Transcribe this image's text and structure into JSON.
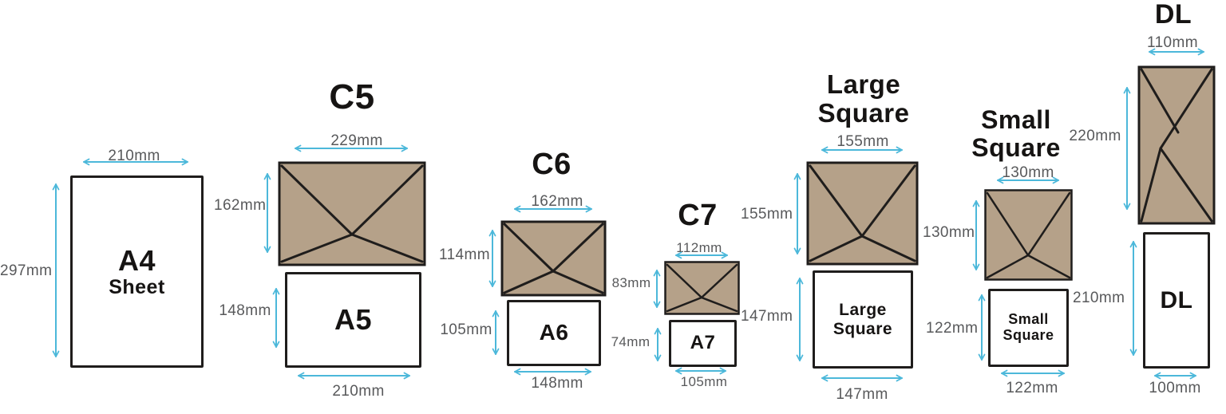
{
  "colors": {
    "envelope_fill": "#b5a189",
    "outline": "#1f1d1c",
    "arrow": "#4cb8da",
    "dim_text": "#58595b",
    "title_text": "#161413",
    "background": "#ffffff"
  },
  "sections": {
    "a4": {
      "sheet_label": "A4",
      "sheet_sublabel": "Sheet",
      "width_label": "210mm",
      "height_label": "297mm"
    },
    "c5": {
      "title": "C5",
      "envelope_width": "229mm",
      "envelope_height": "162mm",
      "insert_label": "A5",
      "insert_height": "148mm",
      "insert_width": "210mm"
    },
    "c6": {
      "title": "C6",
      "envelope_width": "162mm",
      "envelope_height": "114mm",
      "insert_label": "A6",
      "insert_height": "105mm",
      "insert_width": "148mm"
    },
    "c7": {
      "title": "C7",
      "envelope_width": "112mm",
      "envelope_height": "83mm",
      "insert_label": "A7",
      "insert_height": "74mm",
      "insert_width": "105mm"
    },
    "large_square": {
      "title_line1": "Large",
      "title_line2": "Square",
      "envelope_width": "155mm",
      "envelope_height": "155mm",
      "insert_label_line1": "Large",
      "insert_label_line2": "Square",
      "insert_height": "147mm",
      "insert_width": "147mm"
    },
    "small_square": {
      "title_line1": "Small",
      "title_line2": "Square",
      "envelope_width": "130mm",
      "envelope_height": "130mm",
      "insert_label_line1": "Small",
      "insert_label_line2": "Square",
      "insert_height": "122mm",
      "insert_width": "122mm"
    },
    "dl": {
      "title": "DL",
      "envelope_width": "110mm",
      "envelope_height": "220mm",
      "insert_label": "DL",
      "insert_height": "210mm",
      "insert_width": "100mm"
    }
  }
}
